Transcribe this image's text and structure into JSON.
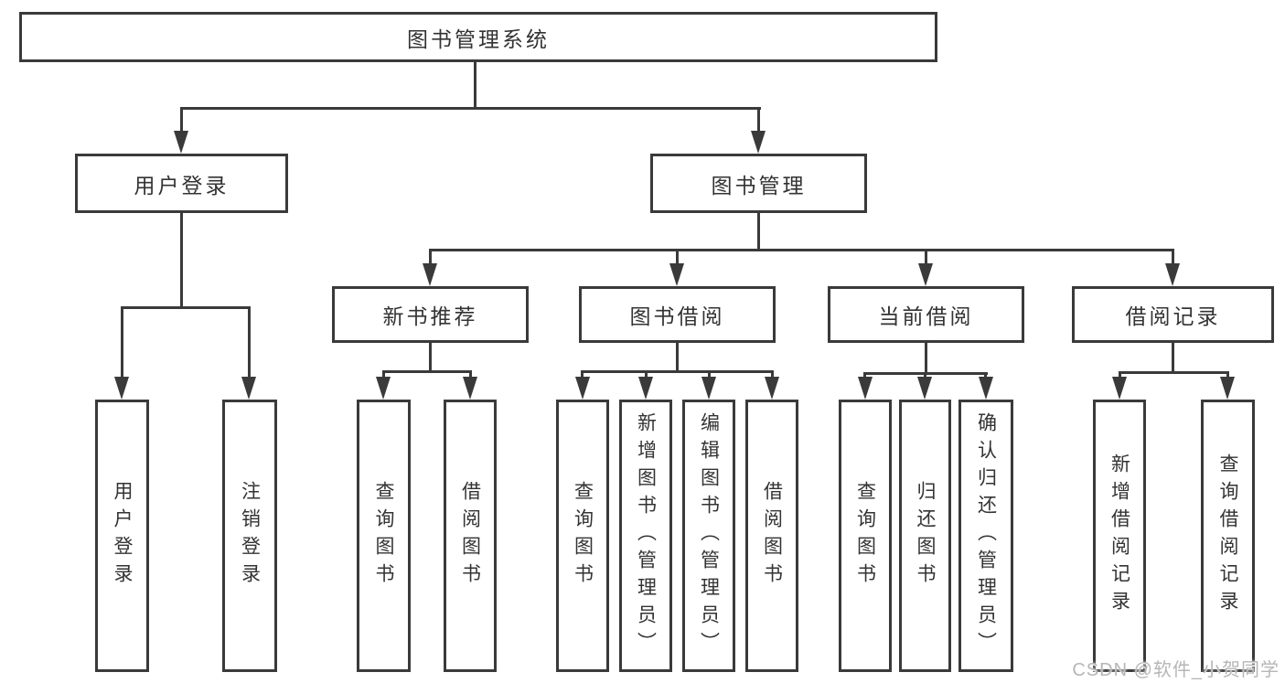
{
  "diagram": {
    "root": {
      "label": "图书管理系统"
    },
    "level1": [
      {
        "label": "用户登录"
      },
      {
        "label": "图书管理"
      }
    ],
    "level2": [
      {
        "label": "新书推荐"
      },
      {
        "label": "图书借阅"
      },
      {
        "label": "当前借阅"
      },
      {
        "label": "借阅记录"
      }
    ],
    "leaves": {
      "user_login": [
        {
          "label": "用户登录"
        },
        {
          "label": "注销登录"
        }
      ],
      "new_book_recommend": [
        {
          "label": "查询图书"
        },
        {
          "label": "借阅图书"
        }
      ],
      "book_borrow": [
        {
          "label": "查询图书"
        },
        {
          "label": "新增图书（管理员）"
        },
        {
          "label": "编辑图书（管理员）"
        },
        {
          "label": "借阅图书"
        }
      ],
      "current_borrow": [
        {
          "label": "查询图书"
        },
        {
          "label": "归还图书"
        },
        {
          "label": "确认归还（管理员）"
        }
      ],
      "borrow_records": [
        {
          "label": "新增借阅记录"
        },
        {
          "label": "查询借阅记录"
        }
      ]
    },
    "watermark": "CSDN @软件_小贺同学",
    "colors": {
      "line": "#3a3a3a",
      "text": "#333333",
      "background": "#ffffff",
      "watermark": "#b4b6b8"
    }
  }
}
